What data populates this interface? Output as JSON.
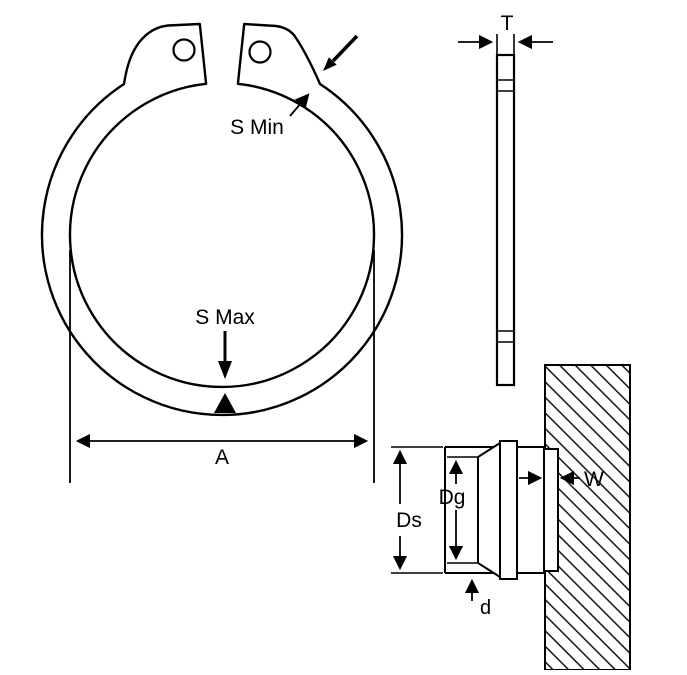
{
  "diagram": {
    "front_view": {
      "s_min": "S Min",
      "s_max": "S Max",
      "free_diameter": "A"
    },
    "edge_view": {
      "thickness": "T"
    },
    "section_view": {
      "shaft_diameter": "Ds",
      "groove_diameter": "Dg",
      "groove_width": "W",
      "groove_depth": "d"
    },
    "colors": {
      "line": "#000000",
      "background": "#ffffff"
    }
  }
}
